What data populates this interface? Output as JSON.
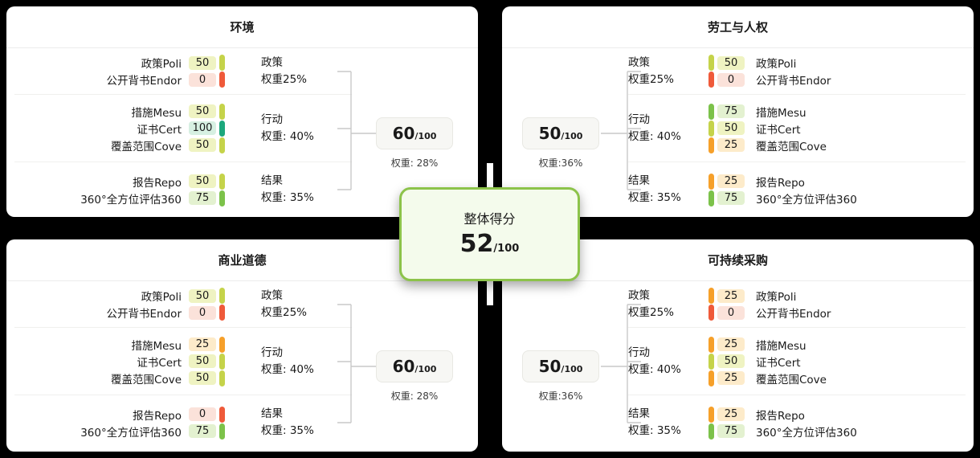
{
  "overall": {
    "label": "整体得分",
    "score": "52",
    "score_suffix": "/100"
  },
  "colors": {
    "level_0_bar": "#ef5a3a",
    "level_0_bg": "#fbe2da",
    "level_25_bar": "#f6a02a",
    "level_25_bg": "#fdebca",
    "level_50_bar": "#c5d34a",
    "level_50_bg": "#eff3c2",
    "level_75_bar": "#7cc24a",
    "level_75_bg": "#e3f1d0",
    "level_100_bar": "#1ca87c",
    "level_100_bg": "#d7f0e2",
    "overall_border": "#8cc34a",
    "overall_bg": "#f4fbec"
  },
  "panels": [
    {
      "title": "环境",
      "score": "60",
      "score_suffix": "/100",
      "weight": "权重: 28%",
      "groups": [
        {
          "name": "政策",
          "weight": "权重25%",
          "items": [
            {
              "label": "政策Poli",
              "value": "50"
            },
            {
              "label": "公开背书Endor",
              "value": "0"
            }
          ]
        },
        {
          "name": "行动",
          "weight": "权重: 40%",
          "items": [
            {
              "label": "措施Mesu",
              "value": "50"
            },
            {
              "label": "证书Cert",
              "value": "100"
            },
            {
              "label": "覆盖范围Cove",
              "value": "50"
            }
          ]
        },
        {
          "name": "结果",
          "weight": "权重: 35%",
          "items": [
            {
              "label": "报告Repo",
              "value": "50"
            },
            {
              "label": "360°全方位评估360",
              "value": "75"
            }
          ]
        }
      ]
    },
    {
      "title": "劳工与人权",
      "score": "50",
      "score_suffix": "/100",
      "weight": "权重:36%",
      "groups": [
        {
          "name": "政策",
          "weight": "权重25%",
          "items": [
            {
              "label": "政策Poli",
              "value": "50"
            },
            {
              "label": "公开背书Endor",
              "value": "0"
            }
          ]
        },
        {
          "name": "行动",
          "weight": "权重: 40%",
          "items": [
            {
              "label": "措施Mesu",
              "value": "75"
            },
            {
              "label": "证书Cert",
              "value": "50"
            },
            {
              "label": "覆盖范围Cove",
              "value": "25"
            }
          ]
        },
        {
          "name": "结果",
          "weight": "权重: 35%",
          "items": [
            {
              "label": "报告Repo",
              "value": "25"
            },
            {
              "label": "360°全方位评估360",
              "value": "75"
            }
          ]
        }
      ]
    },
    {
      "title": "商业道德",
      "score": "60",
      "score_suffix": "/100",
      "weight": "权重: 28%",
      "groups": [
        {
          "name": "政策",
          "weight": "权重25%",
          "items": [
            {
              "label": "政策Poli",
              "value": "50"
            },
            {
              "label": "公开背书Endor",
              "value": "0"
            }
          ]
        },
        {
          "name": "行动",
          "weight": "权重: 40%",
          "items": [
            {
              "label": "措施Mesu",
              "value": "25"
            },
            {
              "label": "证书Cert",
              "value": "50"
            },
            {
              "label": "覆盖范围Cove",
              "value": "50"
            }
          ]
        },
        {
          "name": "结果",
          "weight": "权重: 35%",
          "items": [
            {
              "label": "报告Repo",
              "value": "0"
            },
            {
              "label": "360°全方位评估360",
              "value": "75"
            }
          ]
        }
      ]
    },
    {
      "title": "可持续采购",
      "score": "50",
      "score_suffix": "/100",
      "weight": "权重:36%",
      "groups": [
        {
          "name": "政策",
          "weight": "权重25%",
          "items": [
            {
              "label": "政策Poli",
              "value": "25"
            },
            {
              "label": "公开背书Endor",
              "value": "0"
            }
          ]
        },
        {
          "name": "行动",
          "weight": "权重: 40%",
          "items": [
            {
              "label": "措施Mesu",
              "value": "25"
            },
            {
              "label": "证书Cert",
              "value": "50"
            },
            {
              "label": "覆盖范围Cove",
              "value": "25"
            }
          ]
        },
        {
          "name": "结果",
          "weight": "权重: 35%",
          "items": [
            {
              "label": "报告Repo",
              "value": "25"
            },
            {
              "label": "360°全方位评估360",
              "value": "75"
            }
          ]
        }
      ]
    }
  ]
}
